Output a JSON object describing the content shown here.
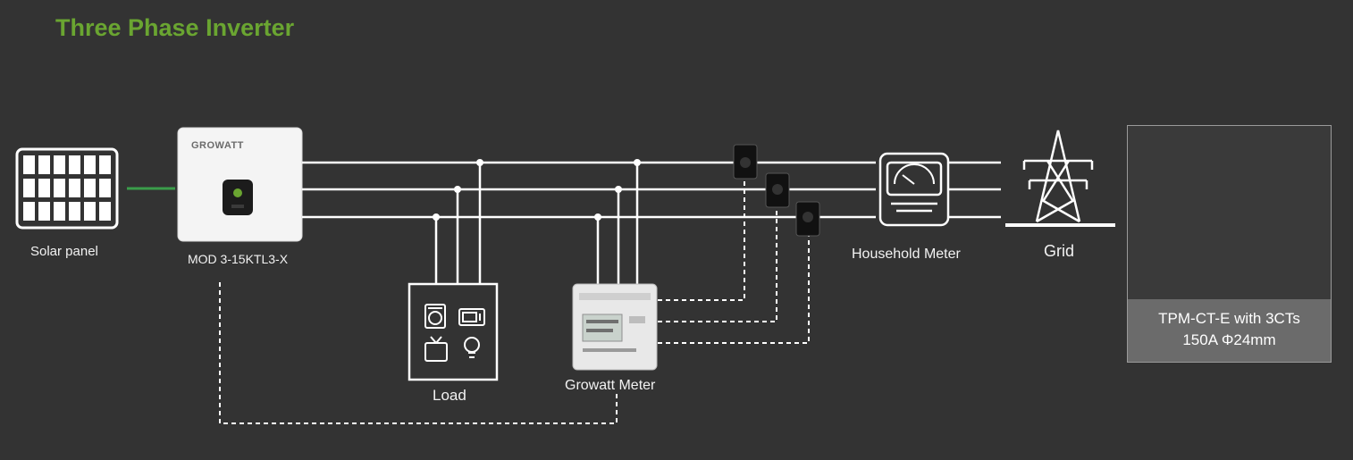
{
  "title": "Three Phase Inverter",
  "nodes": {
    "solar_panel": "Solar panel",
    "inverter_brand": "GROWATT",
    "inverter_model": "MOD 3-15KTL3-X",
    "load": "Load",
    "growatt_meter": "Growatt Meter",
    "household_meter": "Household Meter",
    "grid": "Grid"
  },
  "ct_panel": {
    "line1": "TPM-CT-E with 3CTs",
    "line2": "150A Φ24mm"
  },
  "colors": {
    "title": "#6aa531",
    "background": "#333333",
    "wires": "#ffffff",
    "dc_link": "#3a9d4a"
  }
}
